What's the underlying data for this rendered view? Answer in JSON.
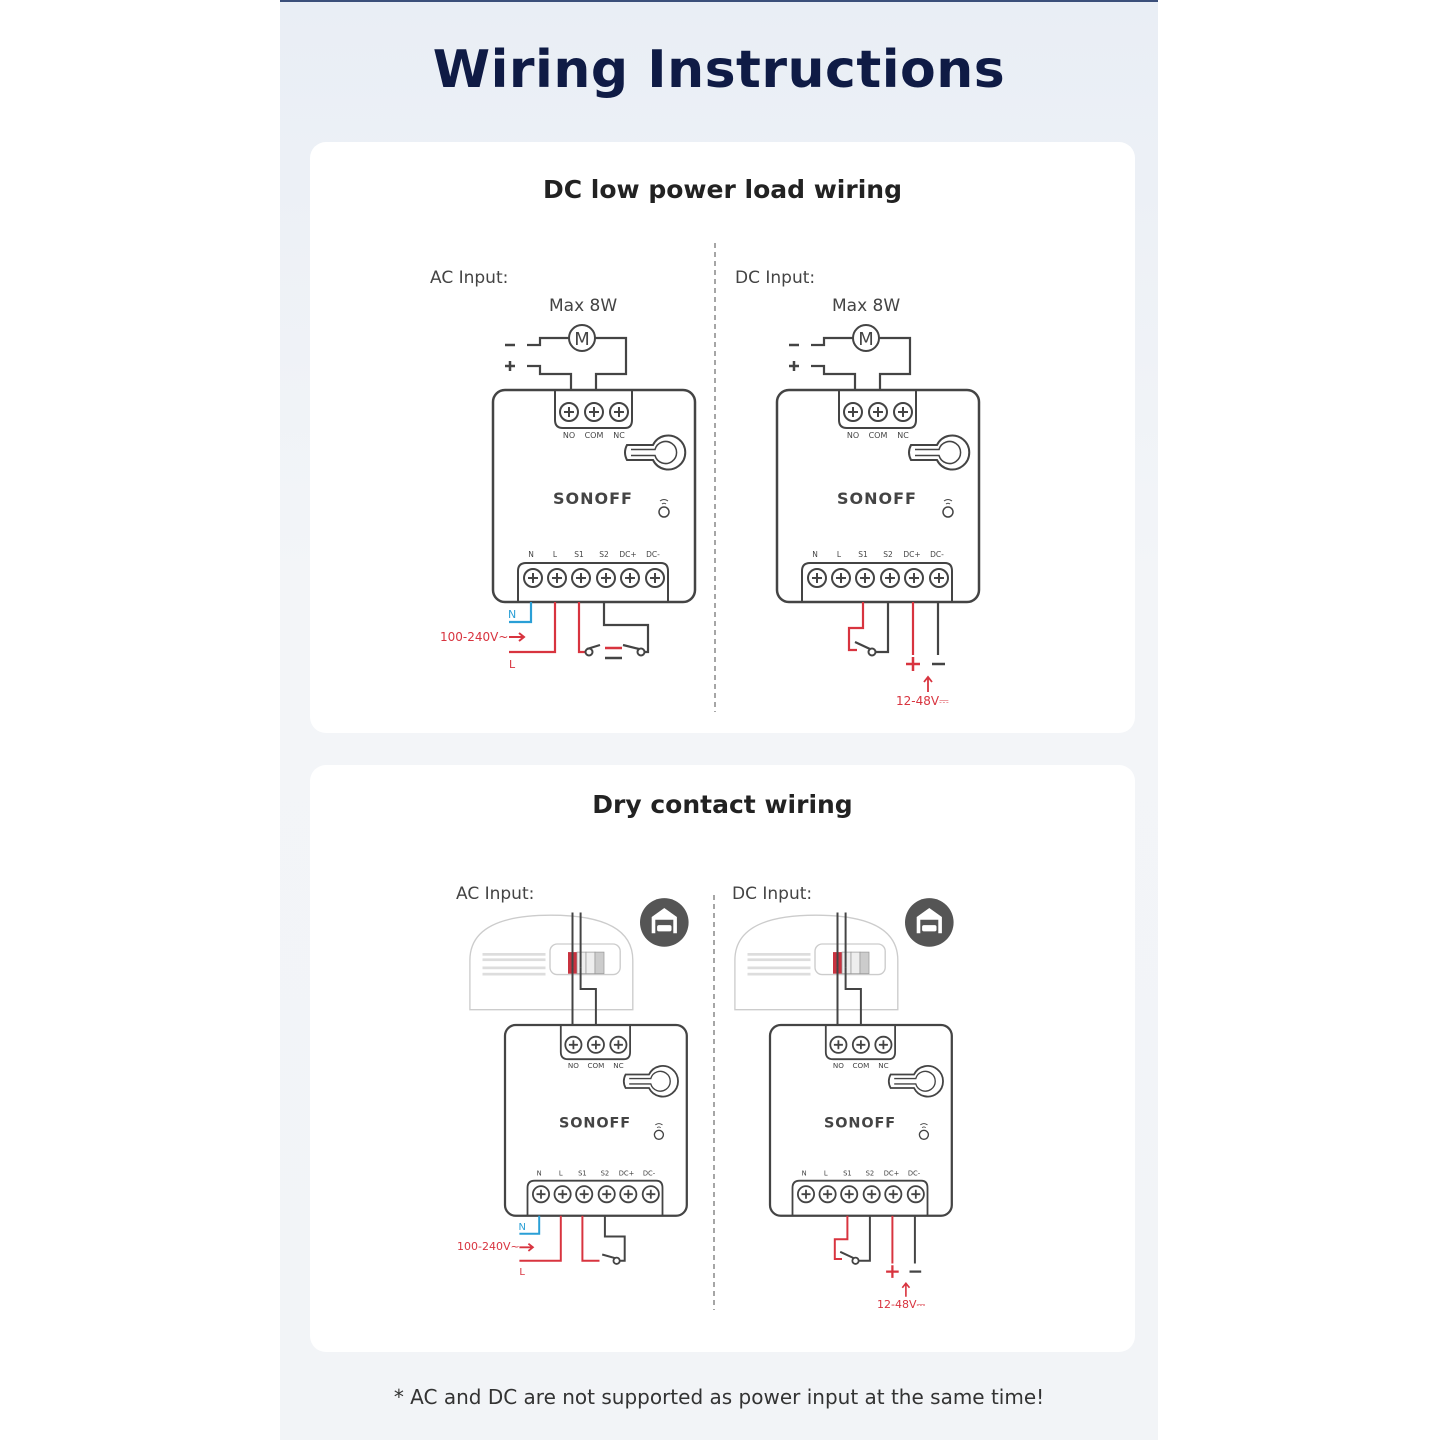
{
  "title": "Wiring Instructions",
  "sections": [
    {
      "title": "DC low power load wiring",
      "ac": {
        "label": "AC Input:",
        "load": "Max 8W",
        "voltage": "100-240V~",
        "n": "N",
        "l": "L"
      },
      "dc": {
        "label": "DC Input:",
        "load": "Max 8W",
        "voltage": "12-48V⎓"
      }
    },
    {
      "title": "Dry contact wiring",
      "ac": {
        "label": "AC Input:",
        "voltage": "100-240V~",
        "n": "N",
        "l": "L"
      },
      "dc": {
        "label": "DC Input:",
        "voltage": "12-48V⎓"
      }
    }
  ],
  "device": {
    "brand": "SONOFF",
    "motor": "M",
    "top_terminals": [
      "NO",
      "COM",
      "NC"
    ],
    "bottom_terminals": [
      "N",
      "L",
      "S1",
      "S2",
      "DC+",
      "DC-"
    ]
  },
  "icons": {
    "garage": "garage-door-icon",
    "motor": "motor-icon"
  },
  "colors": {
    "live": "#d8343f",
    "neutral": "#2a9fd6",
    "wire": "#444444",
    "title": "#0f1b45"
  },
  "footnote": "* AC and DC are not supported as power input at the same time!"
}
